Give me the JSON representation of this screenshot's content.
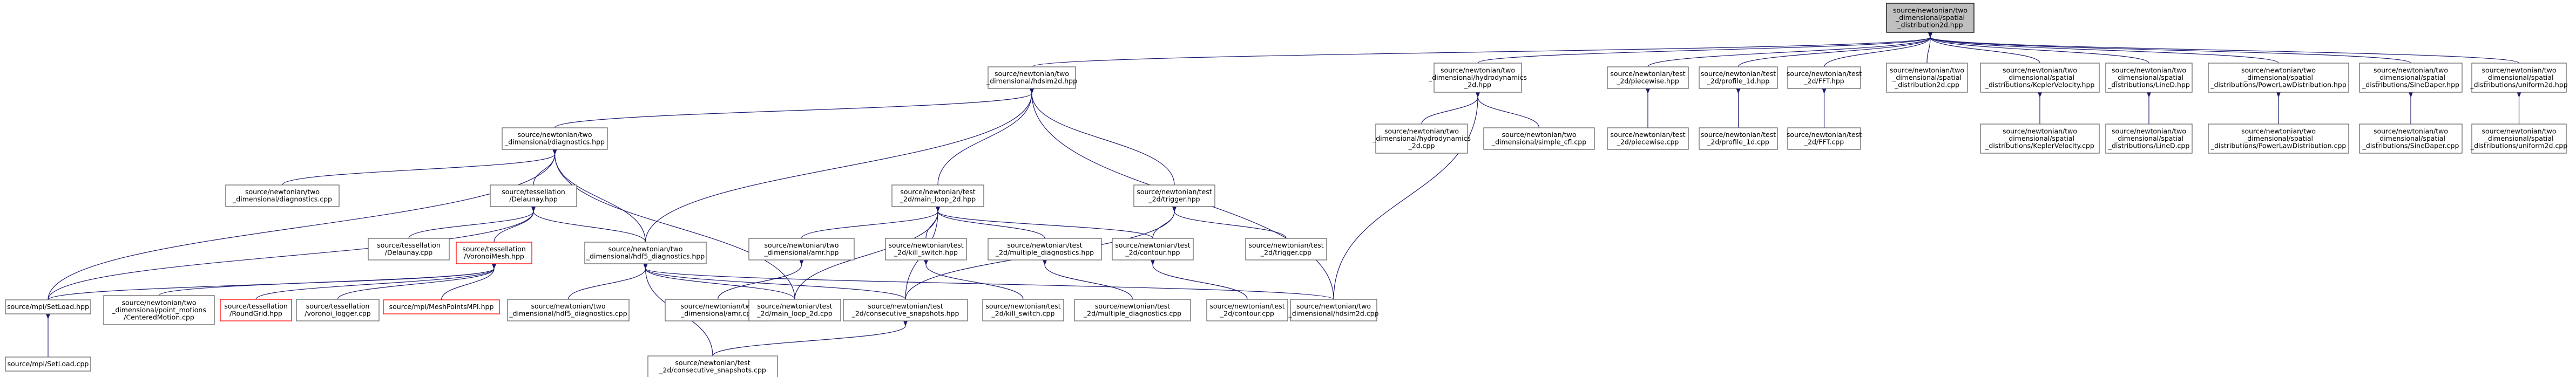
{
  "colors": {
    "edge": "#191970",
    "node_border": "#666666",
    "root_fill": "#bfbfbf",
    "missing_border": "#ff0000"
  },
  "nodes": [
    {
      "id": "root",
      "lines": [
        "source/newtonian/two",
        "_dimensional/spatial",
        "_distribution2d.hpp"
      ]
    },
    {
      "id": "hdsim2d_hpp",
      "lines": [
        "source/newtonian/two",
        "_dimensional/hdsim2d.hpp"
      ]
    },
    {
      "id": "hydro_hpp",
      "lines": [
        "source/newtonian/two",
        "_dimensional/hydrodynamics",
        "_2d.hpp"
      ]
    },
    {
      "id": "piecewise_hpp",
      "lines": [
        "source/newtonian/test",
        "_2d/piecewise.hpp"
      ]
    },
    {
      "id": "profile_hpp",
      "lines": [
        "source/newtonian/test",
        "_2d/profile_1d.hpp"
      ]
    },
    {
      "id": "tfft_hpp",
      "lines": [
        "source/newtonian/test",
        "_2d/FFT.hpp"
      ]
    },
    {
      "id": "spatial_cpp",
      "lines": [
        "source/newtonian/two",
        "_dimensional/spatial",
        "_distribution2d.cpp"
      ]
    },
    {
      "id": "kepler_hpp",
      "lines": [
        "source/newtonian/two",
        "_dimensional/spatial",
        "_distributions/KeplerVelocity.hpp"
      ]
    },
    {
      "id": "lined_hpp",
      "lines": [
        "source/newtonian/two",
        "_dimensional/spatial",
        "_distributions/LineD.hpp"
      ]
    },
    {
      "id": "powerlaw_hpp",
      "lines": [
        "source/newtonian/two",
        "_dimensional/spatial",
        "_distributions/PowerLawDistribution.hpp"
      ]
    },
    {
      "id": "sine_hpp",
      "lines": [
        "source/newtonian/two",
        "_dimensional/spatial",
        "_distributions/SineDaper.hpp"
      ]
    },
    {
      "id": "uniform_hpp",
      "lines": [
        "source/newtonian/two",
        "_dimensional/spatial",
        "_distributions/uniform2d.hpp"
      ]
    },
    {
      "id": "hydro_cpp",
      "lines": [
        "source/newtonian/two",
        "_dimensional/hydrodynamics",
        "_2d.cpp"
      ]
    },
    {
      "id": "simple_cfl",
      "lines": [
        "source/newtonian/two",
        "_dimensional/simple_cfl.cpp"
      ]
    },
    {
      "id": "piecewise_cpp",
      "lines": [
        "source/newtonian/test",
        "_2d/piecewise.cpp"
      ]
    },
    {
      "id": "profile_cpp",
      "lines": [
        "source/newtonian/test",
        "_2d/profile_1d.cpp"
      ]
    },
    {
      "id": "fft_cpp",
      "lines": [
        "source/newtonian/test",
        "_2d/FFT.cpp"
      ]
    },
    {
      "id": "kepler_cpp",
      "lines": [
        "source/newtonian/two",
        "_dimensional/spatial",
        "_distributions/KeplerVelocity.cpp"
      ]
    },
    {
      "id": "lined_cpp",
      "lines": [
        "source/newtonian/two",
        "_dimensional/spatial",
        "_distributions/LineD.cpp"
      ]
    },
    {
      "id": "powerlaw_cpp",
      "lines": [
        "source/newtonian/two",
        "_dimensional/spatial",
        "_distributions/PowerLawDistribution.cpp"
      ]
    },
    {
      "id": "sine_cpp",
      "lines": [
        "source/newtonian/two",
        "_dimensional/spatial",
        "_distributions/SineDaper.cpp"
      ]
    },
    {
      "id": "uniform_cpp",
      "lines": [
        "source/newtonian/two",
        "_dimensional/spatial",
        "_distributions/uniform2d.cpp"
      ]
    },
    {
      "id": "diag_hpp",
      "lines": [
        "source/newtonian/two",
        "_dimensional/diagnostics.hpp"
      ]
    },
    {
      "id": "mainloop_hpp",
      "lines": [
        "source/newtonian/test",
        "_2d/main_loop_2d.hpp"
      ]
    },
    {
      "id": "trigger_hpp",
      "lines": [
        "source/newtonian/test",
        "_2d/trigger.hpp"
      ]
    },
    {
      "id": "diag_cpp",
      "lines": [
        "source/newtonian/two",
        "_dimensional/diagnostics.cpp"
      ]
    },
    {
      "id": "delaunay_hpp",
      "lines": [
        "source/tessellation",
        "/Delaunay.hpp"
      ]
    },
    {
      "id": "delaunay_cpp",
      "lines": [
        "source/tessellation",
        "/Delaunay.cpp"
      ]
    },
    {
      "id": "voronoi_hpp",
      "lines": [
        "source/tessellation",
        "/VoronoiMesh.hpp"
      ]
    },
    {
      "id": "hdf5_hpp",
      "lines": [
        "source/newtonian/two",
        "_dimensional/hdf5_diagnostics.hpp"
      ]
    },
    {
      "id": "ams_hpp",
      "lines": [
        "source/newtonian/two",
        "_dimensional/amr.hpp"
      ]
    },
    {
      "id": "kill_hpp",
      "lines": [
        "source/newtonian/test",
        "_2d/kill_switch.hpp"
      ]
    },
    {
      "id": "multdiag_hpp",
      "lines": [
        "source/newtonian/test",
        "_2d/multiple_diagnostics.hpp"
      ]
    },
    {
      "id": "contour_hpp",
      "lines": [
        "source/newtonian/test",
        "_2d/contour.hpp"
      ]
    },
    {
      "id": "trigger_cpp",
      "lines": [
        "source/newtonian/test",
        "_2d/trigger.cpp"
      ]
    },
    {
      "id": "setload_hpp",
      "lines": [
        "source/mpi/SetLoad.hpp"
      ]
    },
    {
      "id": "cmotion",
      "lines": [
        "source/newtonian/two",
        "_dimensional/point_motions",
        "/CenteredMotion.cpp"
      ]
    },
    {
      "id": "roundgrid",
      "lines": [
        "source/tessellation",
        "/RoundGrid.hpp"
      ]
    },
    {
      "id": "vlogger",
      "lines": [
        "source/tessellation",
        "/voronoi_logger.cpp"
      ]
    },
    {
      "id": "meshmpi",
      "lines": [
        "source/mpi/MeshPointsMPI.hpp"
      ]
    },
    {
      "id": "hdf5_cpp",
      "lines": [
        "source/newtonian/two",
        "_dimensional/hdf5_diagnostics.cpp"
      ]
    },
    {
      "id": "amr_cpp",
      "lines": [
        "source/newtonian/two",
        "_dimensional/amr.cpp"
      ]
    },
    {
      "id": "mainloop_cpp",
      "lines": [
        "source/newtonian/test",
        "_2d/main_loop_2d.cpp"
      ]
    },
    {
      "id": "consec_hpp",
      "lines": [
        "source/newtonian/test",
        "_2d/consecutive_snapshots.hpp"
      ]
    },
    {
      "id": "kill_cpp",
      "lines": [
        "source/newtonian/test",
        "_2d/kill_switch.cpp"
      ]
    },
    {
      "id": "multdiag_cpp",
      "lines": [
        "source/newtonian/test",
        "_2d/multiple_diagnostics.cpp"
      ]
    },
    {
      "id": "contour_cpp",
      "lines": [
        "source/newtonian/test",
        "_2d/contour.cpp"
      ]
    },
    {
      "id": "hdsim2d_cpp",
      "lines": [
        "source/newtonian/two",
        "_dimensional/hdsim2d.cpp"
      ]
    },
    {
      "id": "setload_cpp",
      "lines": [
        "source/mpi/SetLoad.cpp"
      ]
    },
    {
      "id": "consec_cpp",
      "lines": [
        "source/newtonian/test",
        "_2d/consecutive_snapshots.cpp"
      ]
    }
  ]
}
